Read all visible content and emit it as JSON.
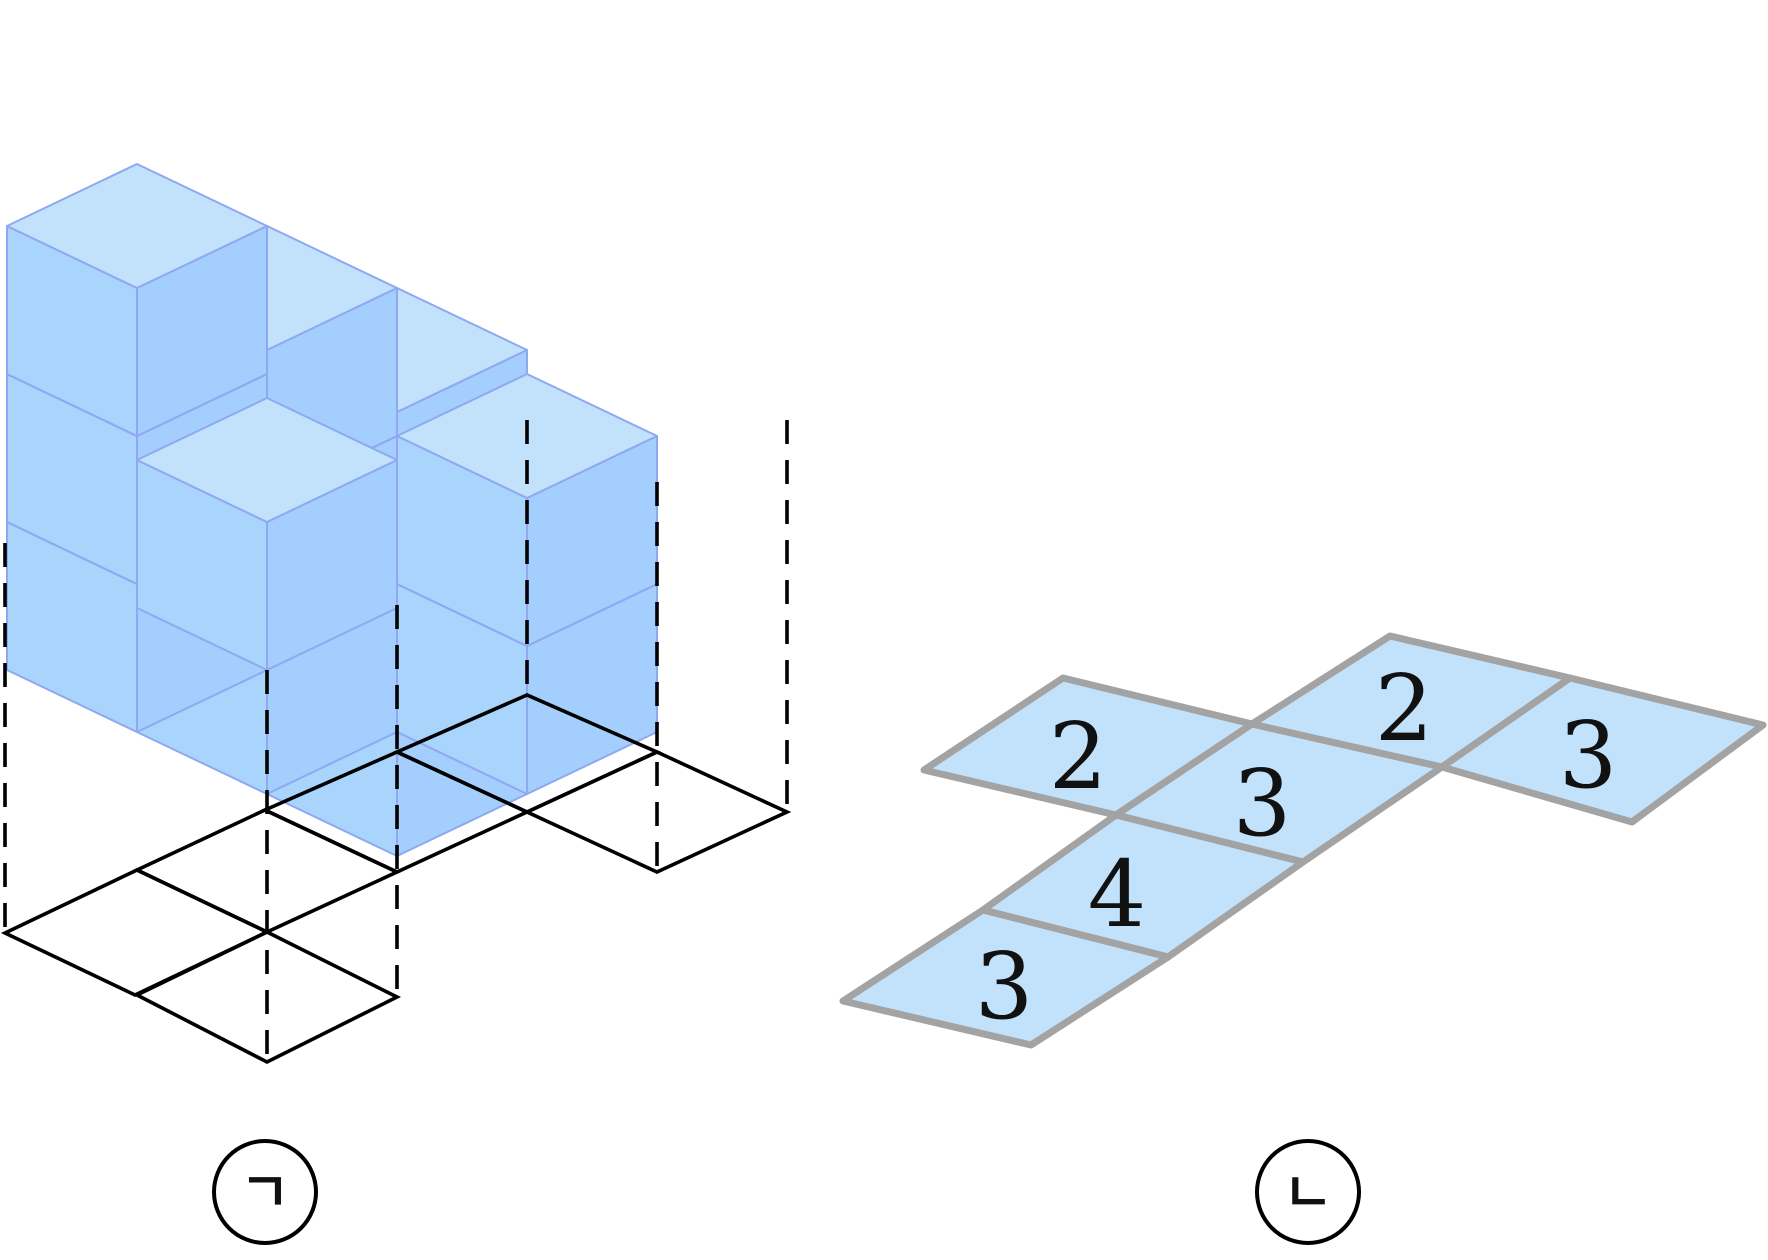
{
  "colors": {
    "cube_top": "#c2e2fc",
    "cube_left": "#a9d4fb",
    "cube_right": "#a3cefd",
    "cube_edge": "#8fa8f2",
    "floor_grid": "#000000",
    "map_fill": "#c2e2fc",
    "map_border": "#a3a3a3"
  },
  "cube_structure": {
    "label": "ㄱ",
    "stacks": [
      {
        "column": 1,
        "row": 1,
        "height": 3
      },
      {
        "column": 1,
        "row": 2,
        "height": 1
      },
      {
        "column": 2,
        "row": 1,
        "height": 3
      },
      {
        "column": 3,
        "row": 1,
        "height": 3
      },
      {
        "column": 3,
        "row": 2,
        "height": 2
      }
    ]
  },
  "floor_plan": {
    "label": "ㄴ",
    "cells": [
      {
        "value": "2"
      },
      {
        "value": "3"
      },
      {
        "value": "2"
      },
      {
        "value": "3"
      },
      {
        "value": "4"
      },
      {
        "value": "3"
      }
    ]
  }
}
